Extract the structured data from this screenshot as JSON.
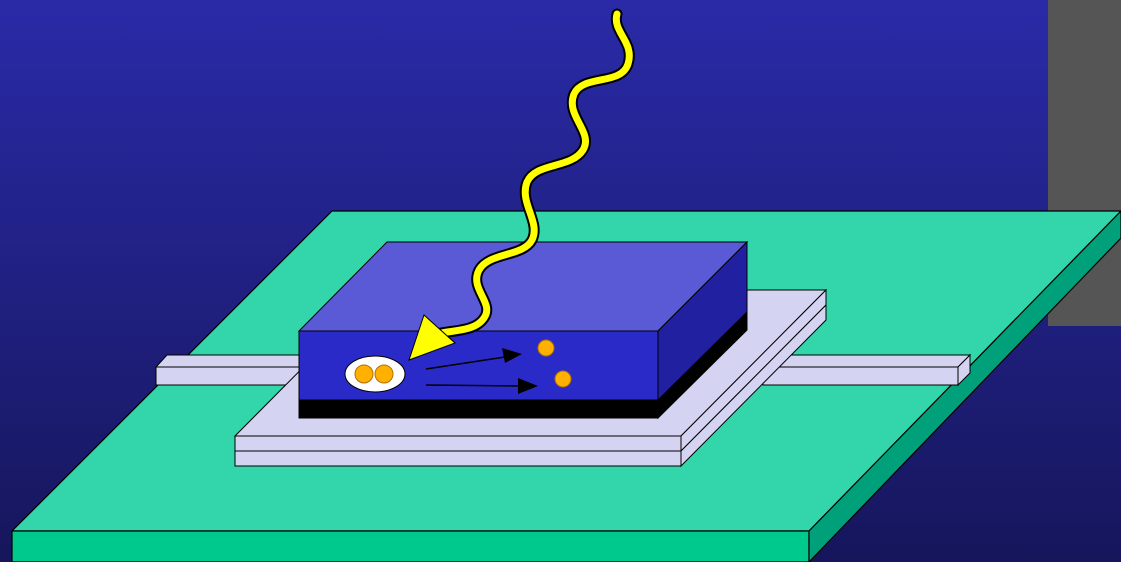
{
  "colors": {
    "background_top": "#2a2aa8",
    "background_bottom": "#16165c",
    "gray_panel": "#555555",
    "board_top": "#33d6aa",
    "board_front": "#00c98e",
    "board_side": "#00a07a",
    "substrate": "#d4d4f2",
    "lead": "#d4d4f2",
    "chip_top": "#5a5ad6",
    "chip_front": "#2a2ac8",
    "chip_side": "#2020a0",
    "chip_base": "#000000",
    "photon": "#ffff00",
    "carrier_fill": "#ffb000",
    "carrier_stroke": "#b07000",
    "exciton_fill": "#ffffff",
    "arrow": "#000000"
  },
  "icons": {
    "photon": "wavy-arrow",
    "exciton": "electron-hole-pair",
    "carrier": "charge-carrier",
    "drift": "right-arrow"
  }
}
